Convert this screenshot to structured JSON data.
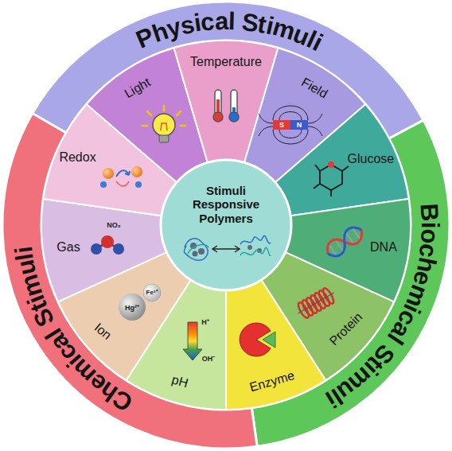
{
  "diagram": {
    "nodes": [
      {
        "text": [
          "Physical Stimuli"
        ]
      },
      {
        "text": [
          "Biochemical Stimuli"
        ]
      },
      {
        "text": [
          "Chemical Stimuli"
        ]
      },
      {
        "text": [
          "Light"
        ]
      },
      {
        "text": [
          "Temperature"
        ]
      },
      {
        "text": [
          "Field"
        ]
      },
      {
        "text": [
          "Glucose"
        ]
      },
      {
        "text": [
          "DNA"
        ]
      },
      {
        "text": [
          "Protein"
        ]
      },
      {
        "text": [
          "Enzyme"
        ]
      },
      {
        "text": [
          "pH"
        ]
      },
      {
        "text": [
          "Ion"
        ]
      },
      {
        "text": [
          "Gas"
        ]
      },
      {
        "text": [
          "Redox"
        ]
      },
      {
        "text": [
          "Stimuli Responsive Polymers"
        ]
      }
    ],
    "labels": [
      "S",
      "N",
      "NO₂",
      "Hg²⁺",
      "Fe³⁺",
      "H⁺",
      "OH⁻"
    ]
  }
}
